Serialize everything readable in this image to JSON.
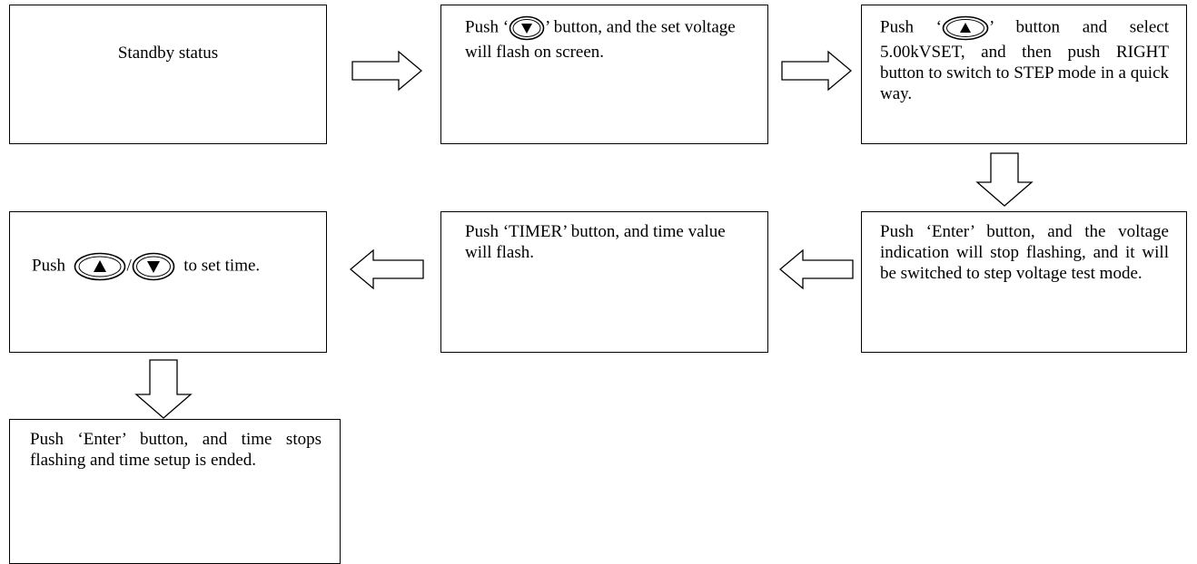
{
  "flow": {
    "step1": {
      "text": "Standby status"
    },
    "step2": {
      "pre": "Push",
      "button_icon": "down-arrow-button",
      "post": "button, and the set voltage will flash on screen."
    },
    "step3": {
      "pre": "Push",
      "button_icon": "up-arrow-button",
      "post": "button and select 5.00kVSET, and then push RIGHT button to switch to STEP mode in a quick way."
    },
    "step4": {
      "text": "Push ‘Enter’ button, and the voltage indication will stop flashing, and it will be switched to step voltage test mode."
    },
    "step5": {
      "text": "Push ‘TIMER’ button, and time value will flash."
    },
    "step6": {
      "pre": "Push",
      "button_icons": [
        "up-arrow-button",
        "down-arrow-button"
      ],
      "separator": "/",
      "post": "to set time."
    },
    "step7": {
      "text": "Push ‘Enter’ button, and time stops flashing and time setup is ended."
    }
  },
  "arrows": [
    {
      "from": "step1",
      "to": "step2",
      "direction": "right"
    },
    {
      "from": "step2",
      "to": "step3",
      "direction": "right"
    },
    {
      "from": "step3",
      "to": "step4",
      "direction": "down"
    },
    {
      "from": "step4",
      "to": "step5",
      "direction": "left"
    },
    {
      "from": "step5",
      "to": "step6",
      "direction": "left"
    },
    {
      "from": "step6",
      "to": "step7",
      "direction": "down"
    }
  ]
}
